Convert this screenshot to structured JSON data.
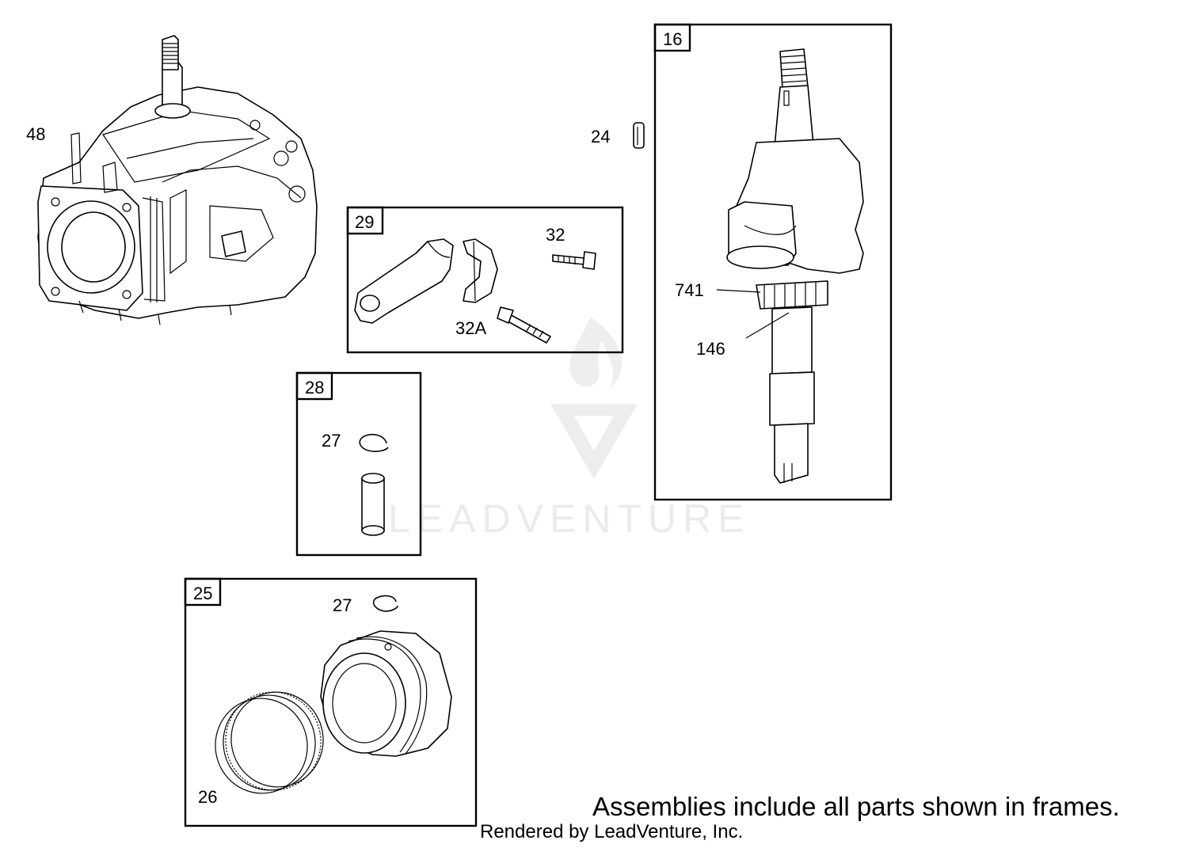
{
  "frames": [
    {
      "id": "16"
    },
    {
      "id": "29"
    },
    {
      "id": "28"
    },
    {
      "id": "25"
    }
  ],
  "callouts": {
    "p48": "48",
    "p24": "24",
    "p32": "32",
    "p32a": "32A",
    "p741": "741",
    "p146": "146",
    "p27a": "27",
    "p27b": "27",
    "p26": "26"
  },
  "footer": {
    "note": "Assemblies include all parts shown in frames.",
    "credit": "Rendered by LeadVenture, Inc."
  },
  "watermark": "LEADVENTURE"
}
